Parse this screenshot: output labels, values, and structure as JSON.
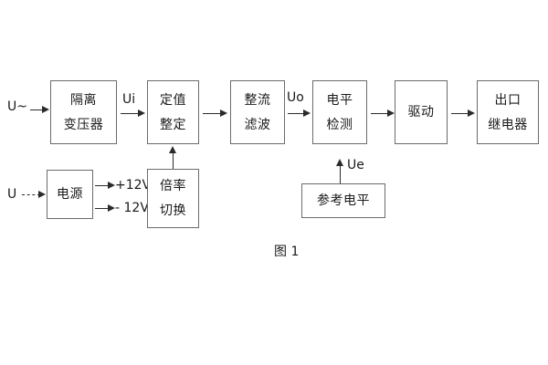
{
  "figure": {
    "caption": "图 1",
    "colors": {
      "box_border": "#6b6b6b",
      "line": "#2b2b2b",
      "text": "#1a1a1a",
      "background": "#ffffff"
    }
  },
  "signal_chain": {
    "input_label": "U~",
    "blocks": [
      {
        "id": "isolation-transformer",
        "lines": [
          "隔离",
          "变压器"
        ]
      },
      {
        "id": "setting-value",
        "lines": [
          "定值",
          "整定"
        ]
      },
      {
        "id": "rectify-filter",
        "lines": [
          "整流",
          "滤波"
        ]
      },
      {
        "id": "level-detection",
        "lines": [
          "电平",
          "检测"
        ]
      },
      {
        "id": "drive",
        "lines": [
          "驱动"
        ]
      },
      {
        "id": "output-relay",
        "lines": [
          "出口",
          "继电器"
        ]
      }
    ],
    "signal_labels": [
      {
        "id": "ui",
        "text": "Ui"
      },
      {
        "id": "uo",
        "text": "Uo"
      },
      {
        "id": "ue",
        "text": "Ue"
      }
    ]
  },
  "power_section": {
    "input_label": "U",
    "blocks": [
      {
        "id": "power-supply",
        "lines": [
          "电源"
        ]
      },
      {
        "id": "ratio-switch",
        "lines": [
          "倍率",
          "切换"
        ]
      }
    ],
    "rails": [
      {
        "id": "rail-positive",
        "text": "+12V"
      },
      {
        "id": "rail-negative",
        "text": "- 12V"
      }
    ]
  },
  "reference_section": {
    "blocks": [
      {
        "id": "reference-level",
        "lines": [
          "参考电平"
        ]
      }
    ]
  }
}
